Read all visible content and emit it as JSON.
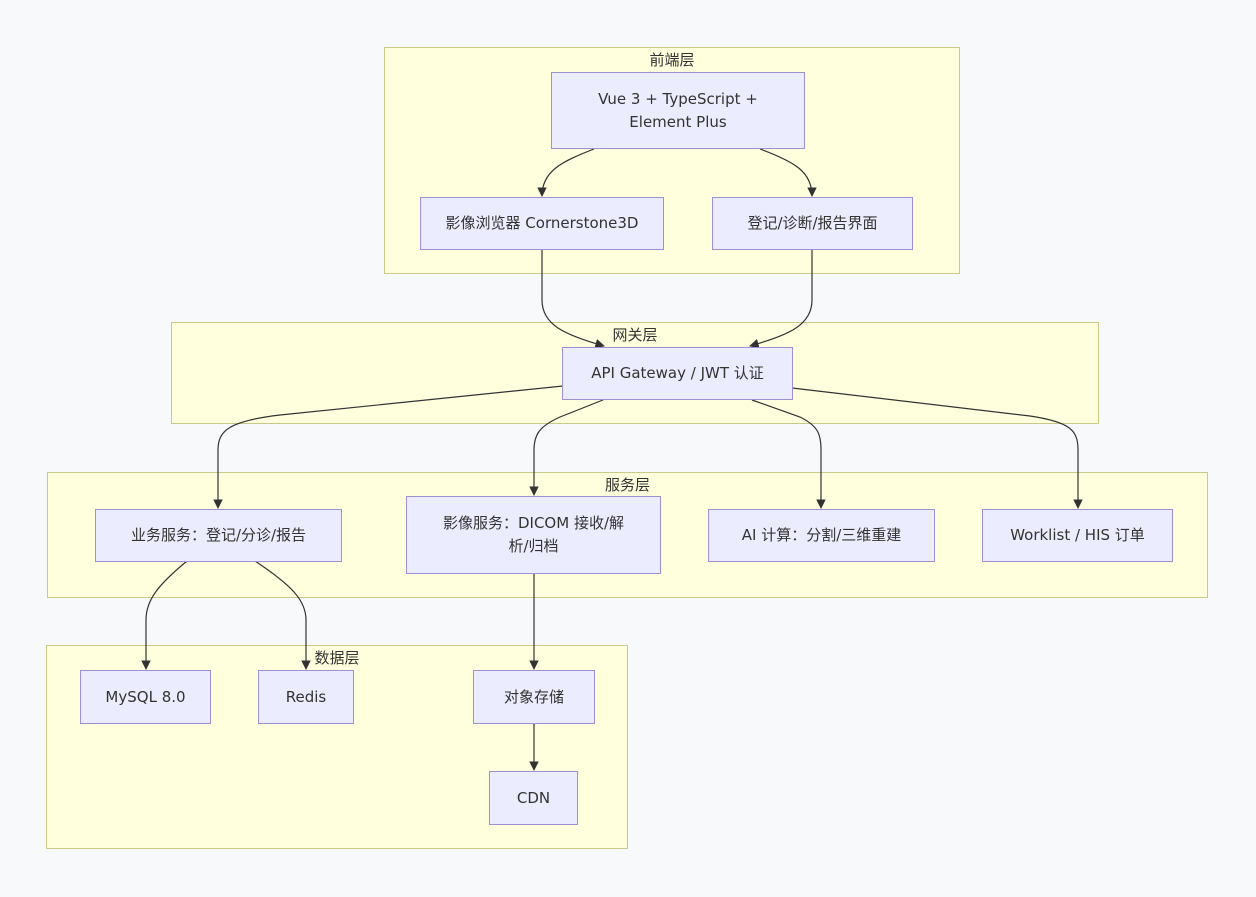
{
  "clusters": {
    "frontend": {
      "title": "前端层"
    },
    "gateway": {
      "title": "网关层"
    },
    "service": {
      "title": "服务层"
    },
    "data": {
      "title": "数据层"
    }
  },
  "nodes": {
    "vue": {
      "label": "Vue 3 + TypeScript + Element Plus"
    },
    "viewer": {
      "label": "影像浏览器 Cornerstone3D"
    },
    "ui": {
      "label": "登记/诊断/报告界面"
    },
    "gateway": {
      "label": "API Gateway / JWT 认证"
    },
    "biz": {
      "label": "业务服务：登记/分诊/报告"
    },
    "image": {
      "label": "影像服务：DICOM 接收/解析/归档"
    },
    "ai": {
      "label": "AI 计算：分割/三维重建"
    },
    "worklist": {
      "label": "Worklist / HIS 订单"
    },
    "mysql": {
      "label": "MySQL 8.0"
    },
    "redis": {
      "label": "Redis"
    },
    "storage": {
      "label": "对象存储"
    },
    "cdn": {
      "label": "CDN"
    }
  },
  "edges": [
    {
      "from": "vue",
      "to": "viewer"
    },
    {
      "from": "vue",
      "to": "ui"
    },
    {
      "from": "viewer",
      "to": "gateway"
    },
    {
      "from": "ui",
      "to": "gateway"
    },
    {
      "from": "gateway",
      "to": "biz"
    },
    {
      "from": "gateway",
      "to": "image"
    },
    {
      "from": "gateway",
      "to": "ai"
    },
    {
      "from": "gateway",
      "to": "worklist"
    },
    {
      "from": "biz",
      "to": "mysql"
    },
    {
      "from": "biz",
      "to": "redis"
    },
    {
      "from": "image",
      "to": "storage"
    },
    {
      "from": "storage",
      "to": "cdn"
    }
  ],
  "colors": {
    "background": "#f8f9fb",
    "cluster_fill": "#ffffde",
    "cluster_border": "#c9c98a",
    "node_fill": "#ececff",
    "node_border": "#9f8fd6",
    "edge": "#333333",
    "text": "#333333"
  }
}
